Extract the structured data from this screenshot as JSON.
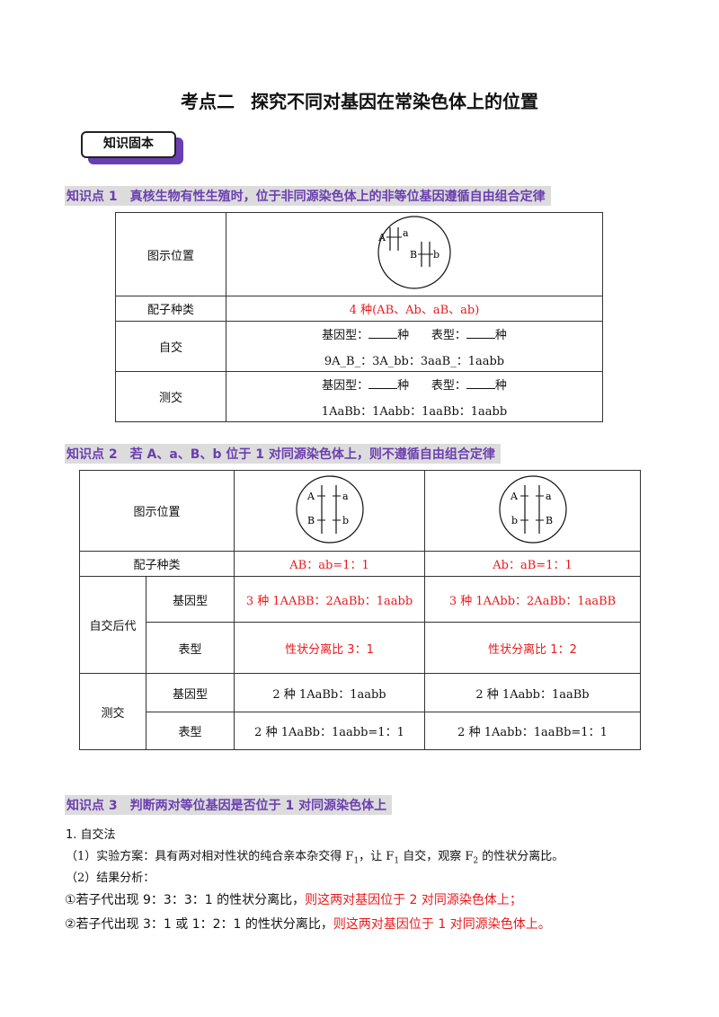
{
  "title": {
    "part1": "考点二",
    "part2": "探究不同对基因在常染色体上的位置"
  },
  "badge": "知识固本",
  "kp1": {
    "num": "知识点 1",
    "text": "真核生物有性生殖时，位于非同源染色体上的非等位基因遵循自由组合定律"
  },
  "table1": {
    "row_diagram": "图示位置",
    "diagram_labels": [
      "A",
      "a",
      "B",
      "b"
    ],
    "row_gamete": "配子种类",
    "gamete_value": "4 种(AB、Ab、aB、ab)",
    "row_self": "自交",
    "self_line1_a": "基因型：",
    "self_line1_b": "种",
    "self_line1_c": "表型：",
    "self_line1_d": "种",
    "self_line2": "9A_B_：3A_bb：3aaB_：1aabb",
    "row_test": "测交",
    "test_line1_a": "基因型：",
    "test_line1_b": "种",
    "test_line1_c": "表型：",
    "test_line1_d": "种",
    "test_line2": "1AaBb：1Aabb：1aaBb：1aabb"
  },
  "kp2": {
    "num": "知识点 2",
    "text": "若 A、a、B、b 位于 1 对同源染色体上，则不遵循自由组合定律"
  },
  "table2": {
    "row_diagram": "图示位置",
    "diagram1_labels": [
      "A",
      "a",
      "B",
      "b"
    ],
    "diagram2_labels": [
      "A",
      "a",
      "b",
      "B"
    ],
    "row_gamete": "配子种类",
    "gamete1": "AB：ab=1：1",
    "gamete2": "Ab：aB=1：1",
    "self_group": "自交后代",
    "genotype": "基因型",
    "phenotype": "表型",
    "self_geno1": "3 种  1AABB：2AaBb：1aabb",
    "self_geno2": "3 种  1AAbb：2AaBb：1aaBB",
    "self_pheno1": "性状分离比 3：1",
    "self_pheno2": "性状分离比 1：2",
    "test_group": "测交",
    "test_geno1": "2 种   1AaBb：1aabb",
    "test_geno2": "2 种  1Aabb：1aaBb",
    "test_pheno1": "2 种  1AaBb：1aabb=1：1",
    "test_pheno2": "2 种  1Aabb：1aaBb=1：1"
  },
  "kp3": {
    "num": "知识点 3",
    "text": "判断两对等位基因是否位于 1 对同源染色体上"
  },
  "method": "1. 自交法",
  "step1_a": "（1）实验方案：具有两对相对性状的纯合亲本杂交得 F",
  "step1_sub1": "1",
  "step1_b": "，让 F",
  "step1_sub2": "1",
  "step1_c": " 自交，观察 F",
  "step1_sub3": "2",
  "step1_d": " 的性状分离比。",
  "step2": "（2）结果分析：",
  "result1_a": "①若子代出现 9：3：3：1 的性状分离比，",
  "result1_b": "则这两对基因位于 2 对同源染色体上；",
  "result2_a": "②若子代出现 3：1 或 1：2：1 的性状分离比，",
  "result2_b": "则这两对基因位于 1 对同源染色体上。",
  "colors": {
    "accent_purple": "#6b3fb0",
    "answer_red": "#e8191c",
    "highlight_gray": "#dcdcdc"
  }
}
